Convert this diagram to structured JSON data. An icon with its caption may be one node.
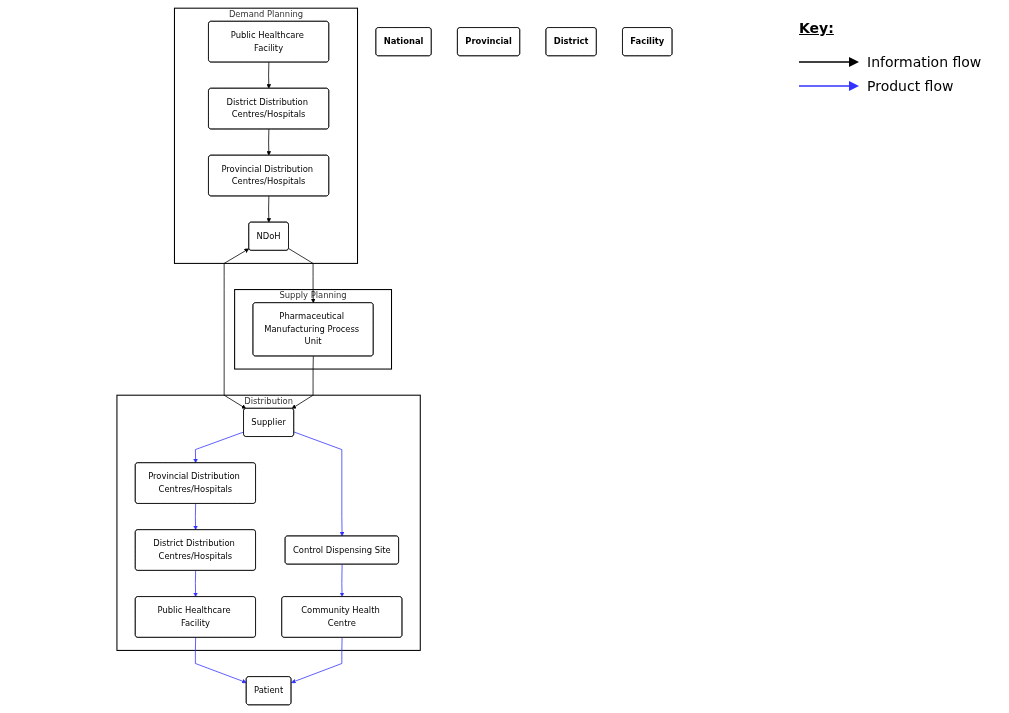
{
  "diagram": {
    "nodes": [
      {
        "text": [
          "Demand Planning"
        ]
      },
      {
        "text": [
          "Supply Planning"
        ]
      },
      {
        "text": [
          "Distribution"
        ]
      },
      {
        "text": [
          "National"
        ]
      },
      {
        "text": [
          "Provincial"
        ]
      },
      {
        "text": [
          "District"
        ]
      },
      {
        "text": [
          "Facility"
        ]
      },
      {
        "text": [
          "NDoH"
        ],
        "in": 0
      },
      {
        "text": [
          "Provincial Distribution Centres/Hospitals"
        ],
        "in": 0
      },
      {
        "text": [
          "District Distribution Centres/Hospitals"
        ],
        "in": 0
      },
      {
        "text": [
          "Public Healthcare Facility"
        ],
        "in": 0
      },
      {
        "text": [
          "Pharmaceutical Manufacturing Process Unit"
        ],
        "in": 1
      },
      {
        "text": [
          "Supplier"
        ],
        "in": 2
      },
      {
        "text": [
          "Provincial Distribution Centres/Hospitals"
        ],
        "in": 2
      },
      {
        "text": [
          "District Distribution Centres/Hospitals"
        ],
        "in": 2
      },
      {
        "text": [
          "Public Healthcare Facility"
        ],
        "in": 2
      },
      {
        "text": [
          "Control Dispensing Site"
        ],
        "in": 2
      },
      {
        "text": [
          "Community Health Centre"
        ],
        "in": 2
      },
      {
        "text": [
          "Patient"
        ]
      }
    ],
    "edges": [
      {
        "from": 7,
        "to": 12,
        "arrow": "both",
        "color": "#000000"
      },
      {
        "from": 7,
        "to": 11,
        "arrow": "to",
        "color": "#000000"
      },
      {
        "from": 11,
        "to": 12,
        "arrow": "to",
        "color": "#000000"
      },
      {
        "from": 8,
        "to": 7,
        "arrow": "to",
        "color": "#000000"
      },
      {
        "from": 9,
        "to": 8,
        "arrow": "to",
        "color": "#000000"
      },
      {
        "from": 10,
        "to": 9,
        "arrow": "to",
        "color": "#000000"
      },
      {
        "from": 12,
        "to": 13,
        "arrow": "to",
        "color": "#3333ff"
      },
      {
        "from": 13,
        "to": 14,
        "arrow": "to",
        "color": "#3333ff"
      },
      {
        "from": 14,
        "to": 15,
        "arrow": "to",
        "color": "#3333ff"
      },
      {
        "from": 12,
        "to": 16,
        "arrow": "to",
        "color": "#3333ff"
      },
      {
        "from": 16,
        "to": 17,
        "arrow": "to",
        "color": "#3333ff"
      },
      {
        "from": 15,
        "to": 18,
        "arrow": "to",
        "color": "#3333ff"
      },
      {
        "from": 17,
        "to": 18,
        "arrow": "to",
        "color": "#3333ff"
      }
    ],
    "labels": [
      "Key:"
    ],
    "legend": [
      {
        "text": "Information flow"
      },
      {
        "text": "Product flow"
      }
    ]
  }
}
